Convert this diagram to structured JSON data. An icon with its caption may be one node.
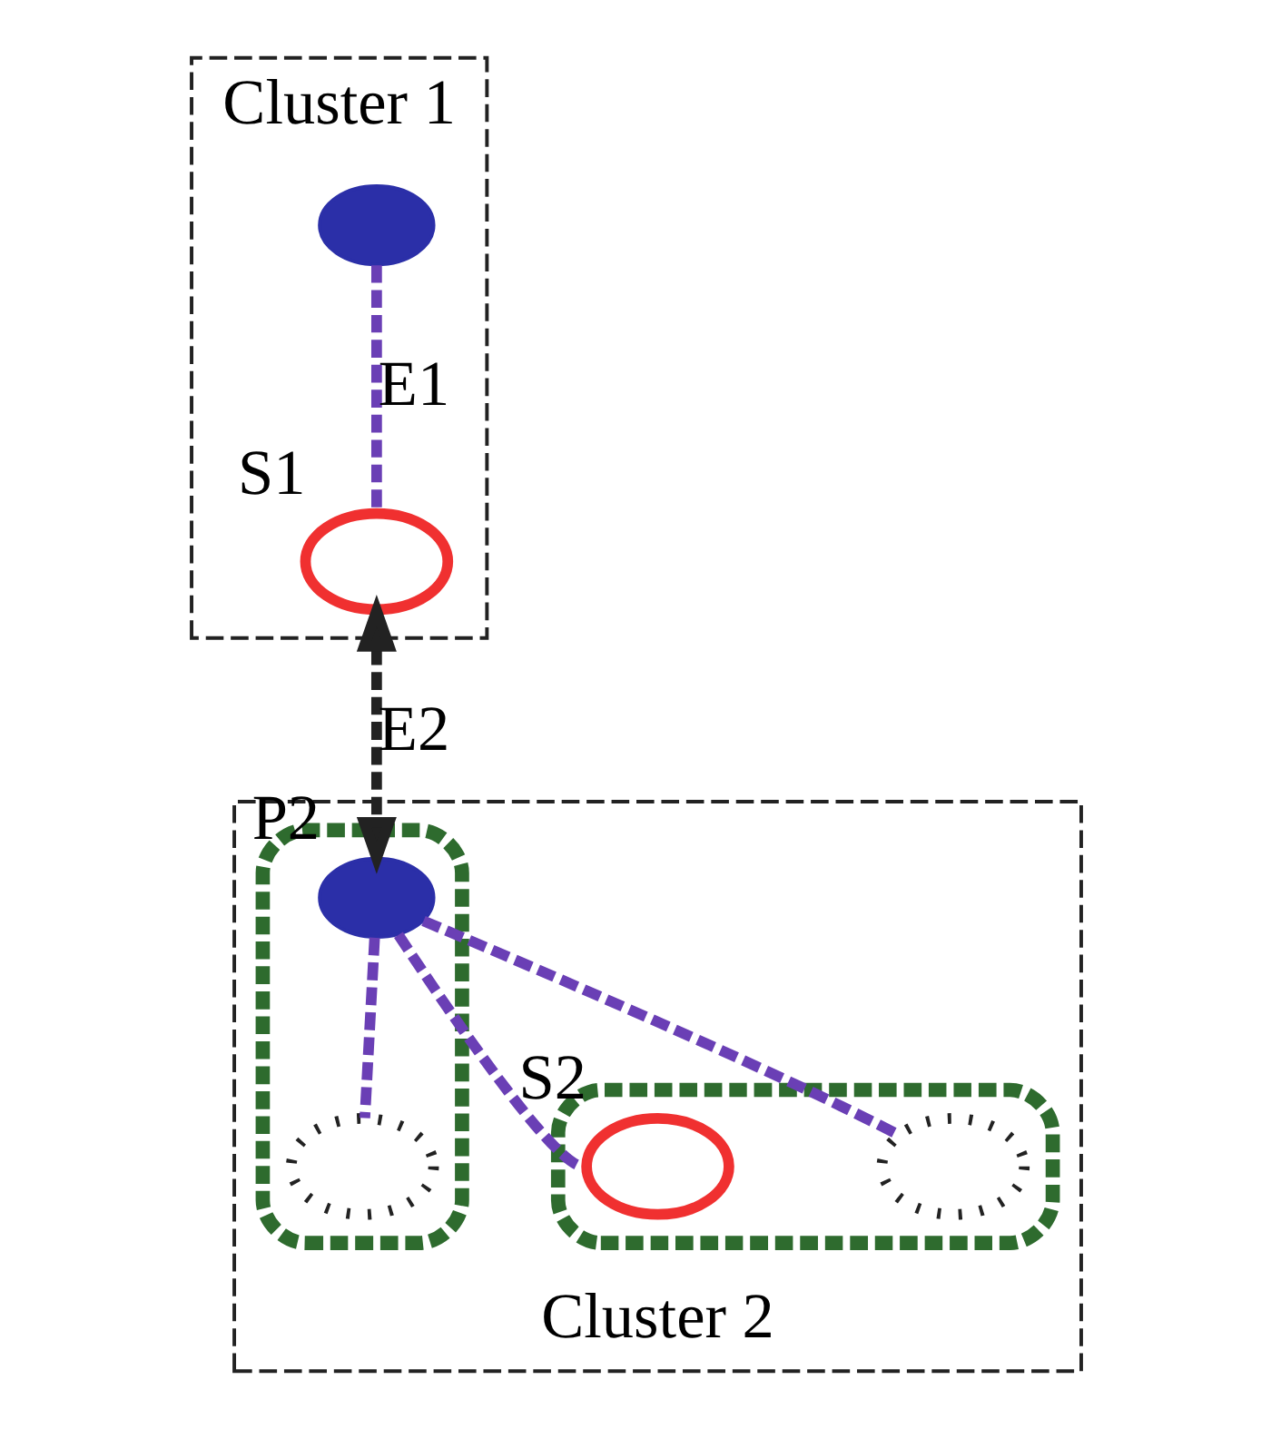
{
  "diagram": {
    "nodes": [
      {
        "text": [
          "Cluster 1"
        ]
      },
      {
        "text": [],
        "shape": "circle",
        "in": 0
      },
      {
        "text": [],
        "shape": "circle",
        "in": 0,
        "beside": [
          "S1"
        ]
      },
      {
        "text": [
          "Cluster 2"
        ]
      },
      {
        "text": [],
        "shape": "ellipse",
        "in": 3
      },
      {
        "text": [],
        "shape": "circle",
        "in": 4,
        "beside": [
          "P2"
        ]
      },
      {
        "text": [],
        "shape": "circle",
        "in": 4
      },
      {
        "text": [],
        "shape": "ellipse",
        "in": 3
      },
      {
        "text": [],
        "shape": "circle",
        "in": 7
      },
      {
        "text": [],
        "shape": "circle",
        "in": 7,
        "beside": [
          "S2"
        ]
      }
    ],
    "edges": [
      {
        "from": 1,
        "to": 2,
        "arrow": "none",
        "label": "E1",
        "style": "dashed"
      },
      {
        "from": 2,
        "to": 5,
        "arrow": "both",
        "label": "E2",
        "style": "dashed",
        "color": "#222222"
      },
      {
        "from": 5,
        "to": 8,
        "arrow": "none",
        "style": "dashed"
      },
      {
        "from": 5,
        "to": 9,
        "arrow": "none",
        "style": "dashed"
      },
      {
        "from": 5,
        "to": 6,
        "arrow": "none",
        "style": "dashed"
      }
    ]
  }
}
